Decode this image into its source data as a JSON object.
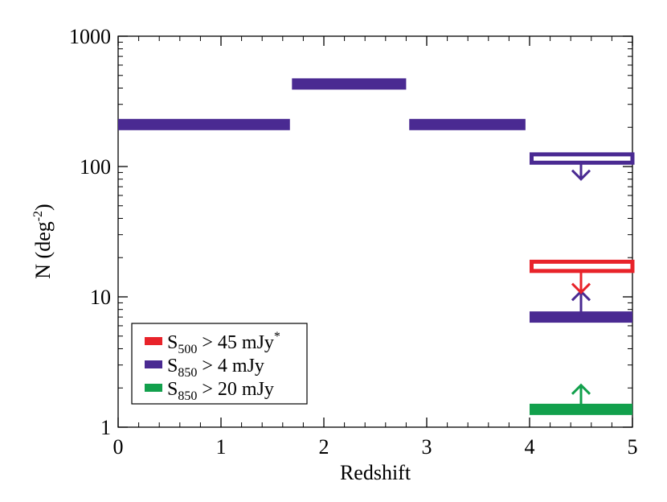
{
  "chart_data": {
    "type": "step",
    "title": "",
    "xlabel": "Redshift",
    "ylabel_main": "N (deg",
    "ylabel_sup": "-2",
    "ylabel_close": ")",
    "xlim": [
      0,
      5
    ],
    "ylim": [
      1,
      1000
    ],
    "yscale": "log",
    "grid": false,
    "legend_position": "bottom-left",
    "x_ticks": [
      {
        "value": 0,
        "label": "0"
      },
      {
        "value": 1,
        "label": "1"
      },
      {
        "value": 2,
        "label": "2"
      },
      {
        "value": 3,
        "label": "3"
      },
      {
        "value": 4,
        "label": "4"
      },
      {
        "value": 5,
        "label": "5"
      }
    ],
    "y_ticks": [
      {
        "value": 1,
        "label": "1"
      },
      {
        "value": 10,
        "label": "10"
      },
      {
        "value": 100,
        "label": "100"
      },
      {
        "value": 1000,
        "label": "1000"
      }
    ],
    "series": [
      {
        "key": "s850_4",
        "color": "#4a2a92",
        "legend": {
          "S": "S",
          "sub": "850",
          "rest": " > 4 mJy",
          "sup": ""
        },
        "bins": [
          {
            "x0": 0.0,
            "x1": 1.67,
            "y": 210,
            "style": "filled"
          },
          {
            "x0": 1.69,
            "x1": 2.8,
            "y": 430,
            "style": "filled"
          },
          {
            "x0": 2.83,
            "x1": 3.96,
            "y": 210,
            "style": "filled"
          },
          {
            "x0": 4.0,
            "x1": 5.0,
            "y_low": 107,
            "y_high": 124,
            "style": "hollow",
            "limit": "upper",
            "arrow_x": 4.5,
            "arrow_from": 107,
            "arrow_to": 80
          },
          {
            "x0": 4.0,
            "x1": 5.0,
            "y": 7.0,
            "style": "filled",
            "limit": "lower",
            "arrow_x": 4.5,
            "arrow_from": 7.6,
            "arrow_to": 11
          }
        ]
      },
      {
        "key": "s500_45",
        "color": "#e8232a",
        "legend": {
          "S": "S",
          "sub": "500",
          "rest": " > 45 mJy",
          "sup": "*"
        },
        "bins": [
          {
            "x0": 4.0,
            "x1": 5.0,
            "y_low": 15.8,
            "y_high": 18.6,
            "style": "hollow",
            "limit": "upper",
            "arrow_x": 4.5,
            "arrow_from": 15.8,
            "arrow_to": 10.8
          }
        ]
      },
      {
        "key": "s850_20",
        "color": "#12a04c",
        "legend": {
          "S": "S",
          "sub": "850",
          "rest": " > 20 mJy",
          "sup": ""
        },
        "bins": [
          {
            "x0": 4.0,
            "x1": 5.0,
            "y": 1.37,
            "style": "filled",
            "limit": "lower",
            "arrow_x": 4.5,
            "arrow_from": 1.45,
            "arrow_to": 2.1
          }
        ]
      }
    ],
    "legend_order": [
      "s500_45",
      "s850_4",
      "s850_20"
    ]
  }
}
